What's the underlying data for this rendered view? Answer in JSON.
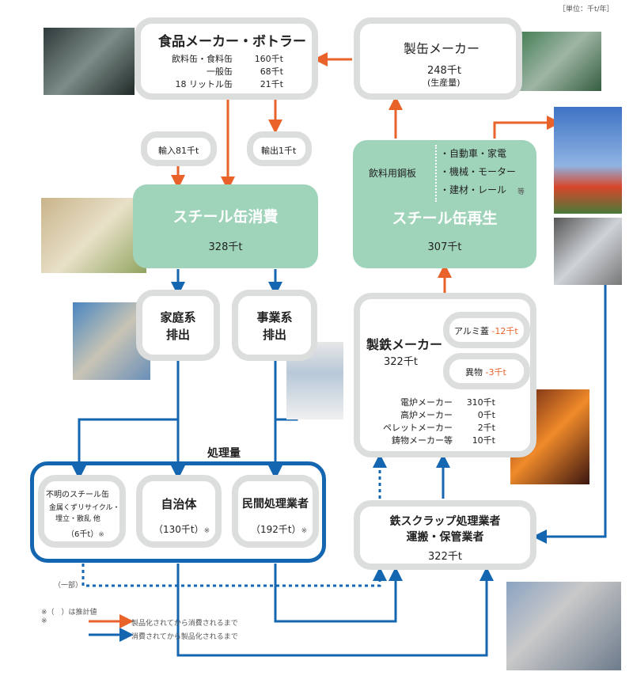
{
  "unit": "［単位：千t/年］",
  "food_maker": {
    "title": "食品メーカー・ボトラー",
    "rows": [
      {
        "label": "飲料缶・食料缶",
        "value": "160千t"
      },
      {
        "label": "一般缶",
        "value": "68千t"
      },
      {
        "label": "18 リットル缶",
        "value": "21千t"
      }
    ]
  },
  "can_maker": {
    "title": "製缶メーカー",
    "value": "248千t",
    "note": "(生産量)"
  },
  "import": "輸入81千t",
  "export": "輸出1千t",
  "consumption": {
    "title": "スチール缶消費",
    "value": "328千t"
  },
  "recycling": {
    "title": "スチール缶再生",
    "value": "307千t",
    "source": "飲料用鋼板",
    "uses": [
      "・自動車・家電",
      "・機械・モーター",
      "・建材・レール"
    ],
    "etc": "等"
  },
  "household": "家庭系\n排出",
  "business": "事業系\n排出",
  "steel_maker": {
    "title": "製鉄メーカー",
    "value": "322千t",
    "aluminum_label": "アルミ蓋",
    "aluminum_value": "-12千t",
    "foreign_label": "異物",
    "foreign_value": "-3千t",
    "rows": [
      {
        "label": "電炉メーカー",
        "value": "310千t"
      },
      {
        "label": "高炉メーカー",
        "value": "0千t"
      },
      {
        "label": "ペレットメーカー",
        "value": "2千t"
      },
      {
        "label": "鋳物メーカー等",
        "value": "10千t"
      }
    ]
  },
  "processing": {
    "title": "処理量",
    "unknown_title": "不明のスチール缶",
    "unknown_sub1": "金属くずリサイクル・",
    "unknown_sub2": "埋立・散乱 他",
    "unknown_value": "（6千t）",
    "municipal_title": "自治体",
    "municipal_value": "（130千t）",
    "private_title": "民間処理業者",
    "private_value": "（192千t）",
    "mark": "※"
  },
  "scrap": {
    "title1": "鉄スクラップ処理業者",
    "title2": "運搬・保管業者",
    "value": "322千t"
  },
  "partial": "（一部）",
  "legend": {
    "estimate": "※（　）は推計値",
    "mark": "※",
    "orange": "製品化されてから消費されるまで",
    "blue": "消費されてから製品化されるまで"
  },
  "colors": {
    "orange": "#e8622a",
    "blue": "#1466b0",
    "green": "#9fd4bb",
    "gray": "#dcdddd"
  }
}
